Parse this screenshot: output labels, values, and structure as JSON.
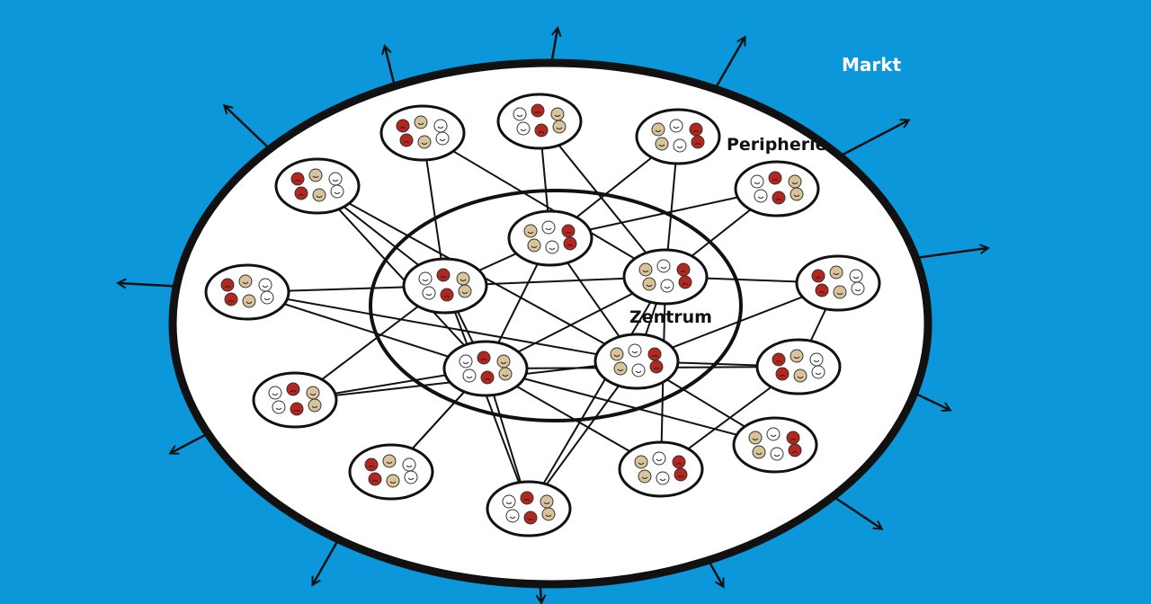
{
  "labels": {
    "market": "Markt",
    "periphery": "Peripherie",
    "center": "Zentrum"
  },
  "colors": {
    "background": "#0b97d9",
    "field": "#ffffff",
    "outline": "#111111",
    "face_red": "#b5261e",
    "face_tan": "#d9c39a",
    "face_white": "#ffffff"
  },
  "legend_icons": [
    "smiley-face-icon",
    "frowning-face-icon",
    "arrow-outward-icon"
  ]
}
